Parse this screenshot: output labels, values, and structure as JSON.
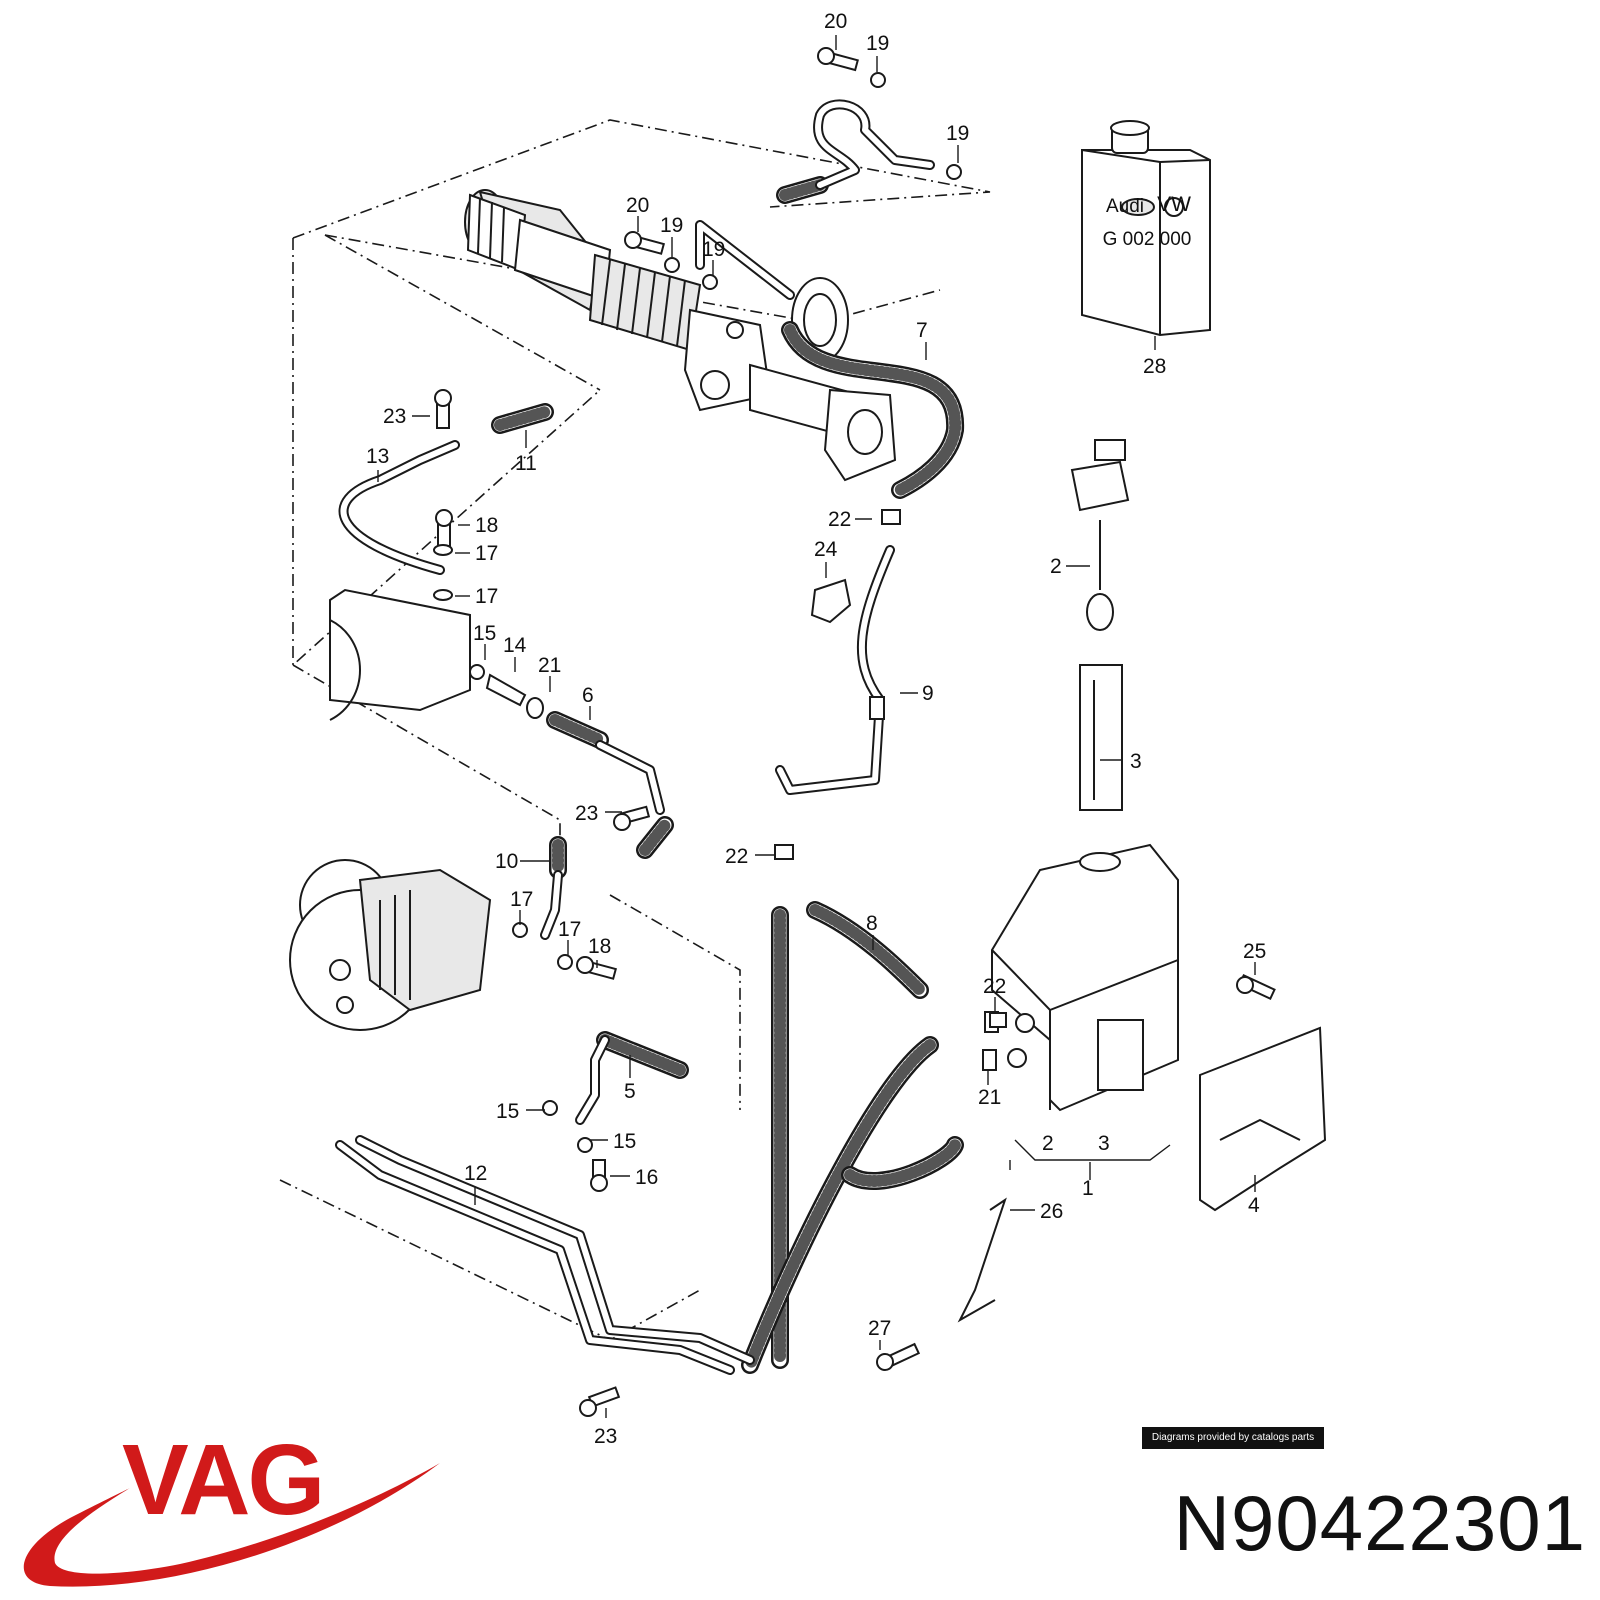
{
  "diagram": {
    "callouts": [
      "20",
      "19",
      "19",
      "20",
      "19",
      "19",
      "7",
      "28",
      "23",
      "11",
      "13",
      "18",
      "17",
      "17",
      "22",
      "24",
      "2",
      "15",
      "14",
      "21",
      "6",
      "9",
      "3",
      "23",
      "22",
      "10",
      "17",
      "17",
      "18",
      "8",
      "25",
      "22",
      "21",
      "5",
      "15",
      "15",
      "16",
      "12",
      "2",
      "3",
      "1",
      "4",
      "26",
      "27",
      "23"
    ],
    "oil_can_label": "G 002 000",
    "oil_can_logo_left": "Audi",
    "oil_can_logo_right": "VW"
  },
  "brand": {
    "logo_text": "VAG",
    "logo_color": "#d11a1a"
  },
  "credit": "Diagrams provided by catalogs parts",
  "part_number": "N90422301"
}
